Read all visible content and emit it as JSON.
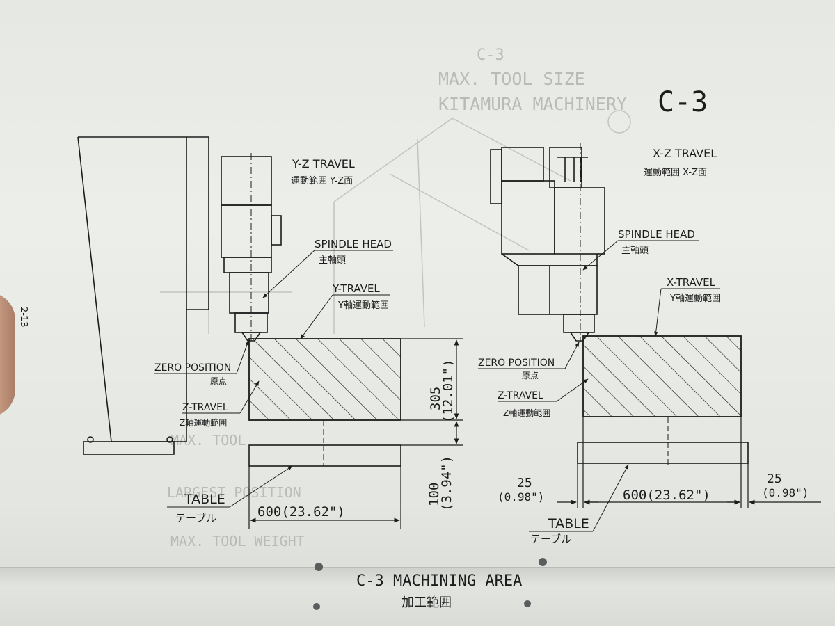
{
  "page_id": "C-3",
  "page_number": "2-13",
  "left_view": {
    "title": "Y-Z TRAVEL",
    "title_jp": "運動範囲 Y-Z面",
    "spindle_head": "SPINDLE HEAD",
    "spindle_head_jp": "主軸頭",
    "travel": "Y-TRAVEL",
    "travel_jp": "Y軸運動範囲",
    "zero_position": "ZERO POSITION",
    "zero_position_jp": "原点",
    "z_travel": "Z-TRAVEL",
    "z_travel_jp": "Z軸運動範囲",
    "table": "TABLE",
    "table_jp": "テーブル",
    "dim_height_mm": "305",
    "dim_height_in": "(12.01\")",
    "dim_gap_mm": "100",
    "dim_gap_in": "(3.94\")",
    "dim_width": "600(23.62\")"
  },
  "right_view": {
    "title": "X-Z TRAVEL",
    "title_jp": "運動範囲 X-Z面",
    "spindle_head": "SPINDLE HEAD",
    "spindle_head_jp": "主軸頭",
    "travel": "X-TRAVEL",
    "travel_jp": "Y軸運動範囲",
    "zero_position": "ZERO POSITION",
    "zero_position_jp": "原点",
    "z_travel": "Z-TRAVEL",
    "z_travel_jp": "Z軸運動範囲",
    "table": "TABLE",
    "table_jp": "テーブル",
    "dim_left_mm": "25",
    "dim_left_in": "(0.98\")",
    "dim_width": "600(23.62\")",
    "dim_right_mm": "25",
    "dim_right_in": "(0.98\")"
  },
  "caption": "C-3 MACHINING AREA",
  "caption_jp": "加工範囲",
  "colors": {
    "ink": "#1c1c1c",
    "paper": "#e9ebe7",
    "show_through": "#b9bbb8"
  }
}
